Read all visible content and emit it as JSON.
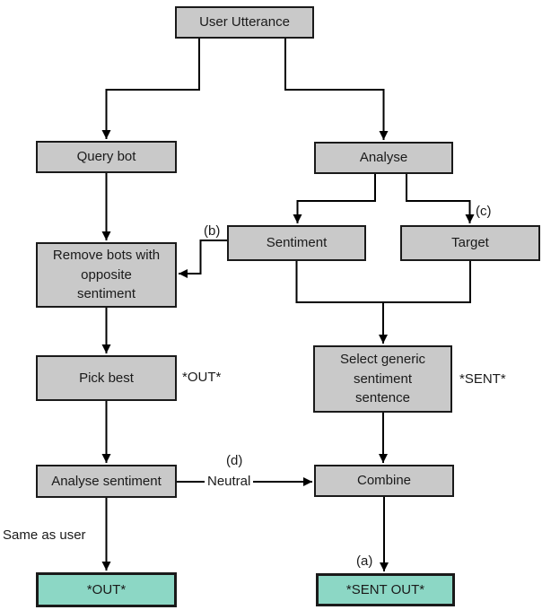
{
  "diagram": {
    "colors": {
      "node_fill": "#c9c9c9",
      "terminal_fill": "#8cd7c5",
      "border_color": "#1a1a1a",
      "line_color": "#000000",
      "bg_color": "#ffffff",
      "text_color": "#1a1a1a"
    },
    "nodes": {
      "user_utterance": "User Utterance",
      "query_bot": "Query bot",
      "analyse": "Analyse",
      "sentiment": "Sentiment",
      "target": "Target",
      "remove_bots": "Remove bots with\nopposite\nsentiment",
      "pick_best": "Pick best",
      "select_generic": "Select generic\nsentiment\nsentence",
      "analyse_sentiment": "Analyse sentiment",
      "combine": "Combine",
      "out_terminal": "*OUT*",
      "sent_out_terminal": "*SENT OUT*"
    },
    "annotations": {
      "out_ref": "*OUT*",
      "sent_ref": "*SENT*",
      "label_a": "(a)",
      "label_b": "(b)",
      "label_c": "(c)",
      "label_d": "(d)",
      "neutral": "Neutral",
      "same_as_user": "Same as user"
    }
  }
}
